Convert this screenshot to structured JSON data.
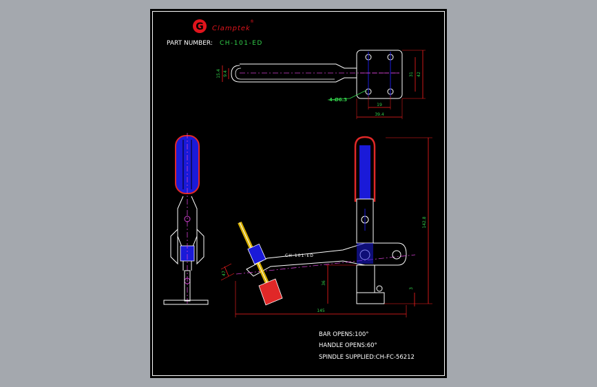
{
  "brand": {
    "logo_letter": "G",
    "name": "Clamptek",
    "mark": "®"
  },
  "part": {
    "label": "PART NUMBER:",
    "number": "CH-101-ED"
  },
  "top_view": {
    "dims": {
      "d1": "15.4",
      "d2": "9.4",
      "d3": "31",
      "d4": "42",
      "d5": "19",
      "d6": "39.4",
      "holes": "4-Ø6.3"
    }
  },
  "side_view": {
    "label": "CH-101-ED",
    "dims": {
      "height": "142.8",
      "h36": "36",
      "small": "3",
      "width": "145",
      "left": "47"
    }
  },
  "notes": [
    "BAR OPENS:100°",
    "HANDLE OPENS:60°",
    "SPINDLE SUPPLIED:CH-FC-56212"
  ],
  "colors": {
    "background": "#a4a8ae",
    "sheet": "#000000",
    "frame": "#ffffff",
    "brand_red": "#e0141c",
    "part_number": "#33d14b",
    "dimension": "#ff2020",
    "dim_text": "#33d14b",
    "outline": "#ffffff",
    "centerline": "#d040d0",
    "blue": "#1a1ad8"
  }
}
